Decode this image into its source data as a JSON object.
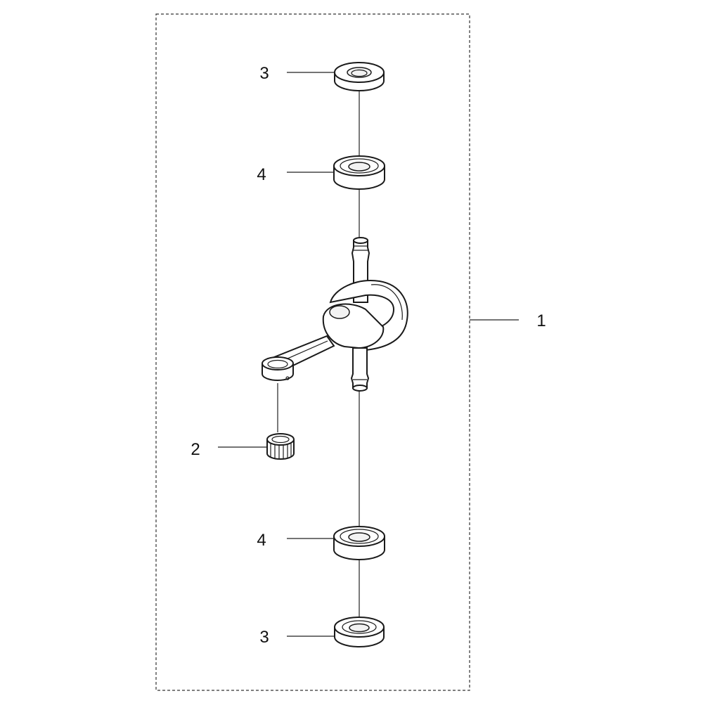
{
  "callouts": {
    "assembly": "1",
    "needle_bearing": "2",
    "seal_top": "3",
    "seal_bottom": "3",
    "bearing_top": "4",
    "bearing_bottom": "4"
  },
  "colors": {
    "line": "#222222",
    "background": "#ffffff"
  }
}
